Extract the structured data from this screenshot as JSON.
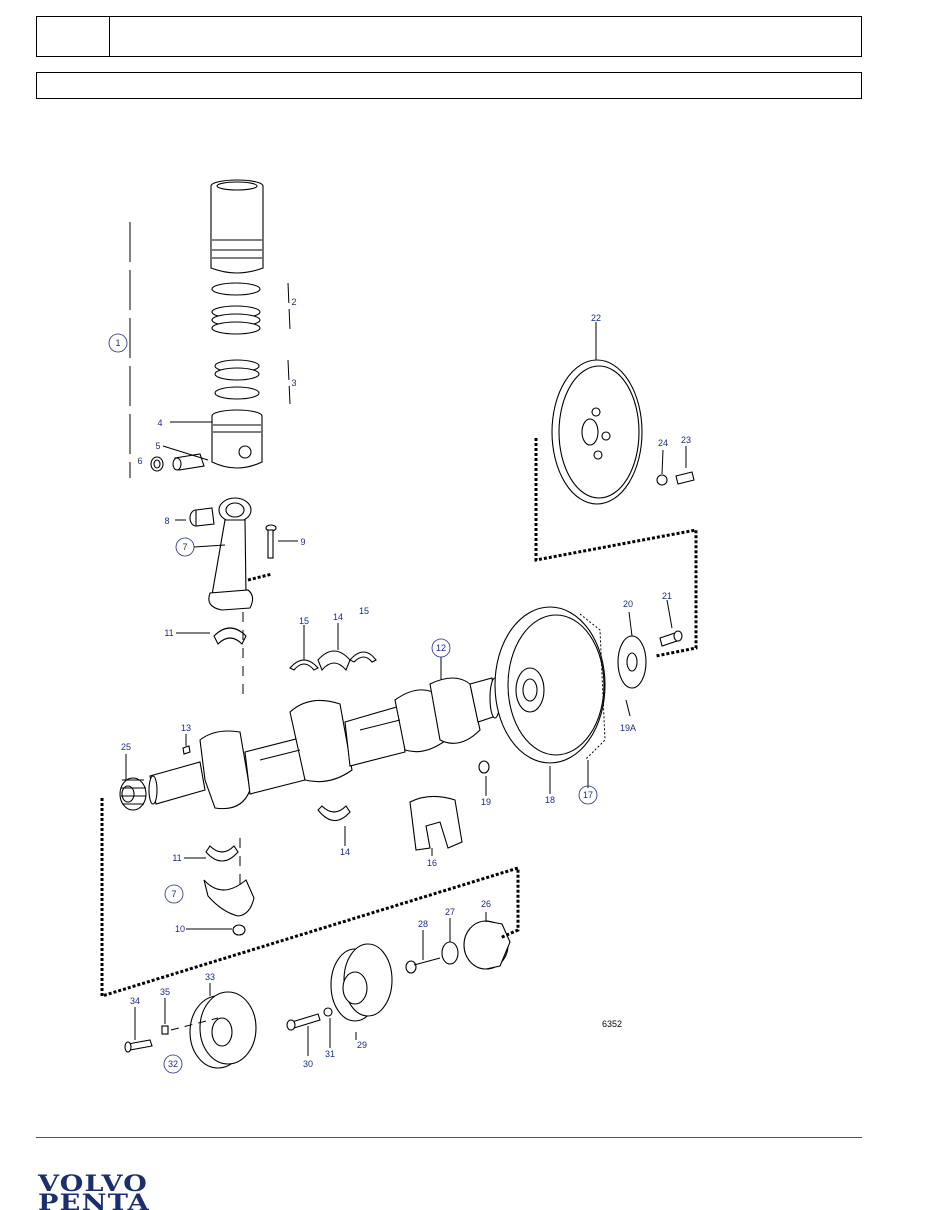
{
  "header": {
    "cell_left": "",
    "cell_right": "",
    "subtitle": ""
  },
  "figure_number": "6352",
  "brand": {
    "line1": "VOLVO",
    "line2": "PENTA",
    "color": "#1b2f6e"
  },
  "callout_color": "#1a2a8c",
  "callouts": {
    "c1": "1",
    "c2": "2",
    "c3": "3",
    "c4": "4",
    "c5": "5",
    "c6": "6",
    "c7a": "7",
    "c7b": "7",
    "c8": "8",
    "c9": "9",
    "c10": "10",
    "c11a": "11",
    "c11b": "11",
    "c12": "12",
    "c13": "13",
    "c14a": "14",
    "c14b": "14",
    "c15a": "15",
    "c15b": "15",
    "c16": "16",
    "c17": "17",
    "c18": "18",
    "c19": "19",
    "c19a": "19A",
    "c20": "20",
    "c21": "21",
    "c22": "22",
    "c23": "23",
    "c24": "24",
    "c25": "25",
    "c26": "26",
    "c27": "27",
    "c28": "28",
    "c29": "29",
    "c30": "30",
    "c31": "31",
    "c32": "32",
    "c33": "33",
    "c34": "34",
    "c35": "35"
  }
}
